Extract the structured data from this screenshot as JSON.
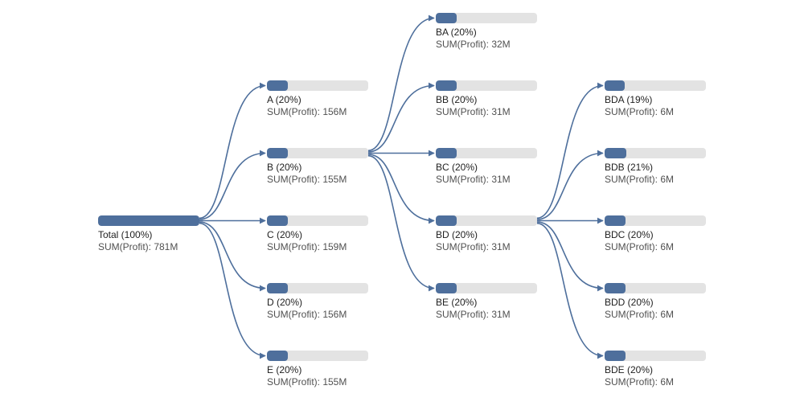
{
  "tree": {
    "colors": {
      "link": "#4e6f9c",
      "bar_fill": "#4e6f9c",
      "bar_track": "#e3e3e3"
    },
    "root": {
      "id": "total",
      "label": "Total (100%)",
      "metric": "SUM(Profit): 781M",
      "share": 1.0,
      "children": [
        {
          "id": "a",
          "label": "A (20%)",
          "metric": "SUM(Profit): 156M",
          "share": 0.2
        },
        {
          "id": "b",
          "label": "B (20%)",
          "metric": "SUM(Profit): 155M",
          "share": 0.2,
          "children": [
            {
              "id": "ba",
              "label": "BA (20%)",
              "metric": "SUM(Profit): 32M",
              "share": 0.2
            },
            {
              "id": "bb",
              "label": "BB (20%)",
              "metric": "SUM(Profit): 31M",
              "share": 0.2
            },
            {
              "id": "bc",
              "label": "BC (20%)",
              "metric": "SUM(Profit): 31M",
              "share": 0.2
            },
            {
              "id": "bd",
              "label": "BD (20%)",
              "metric": "SUM(Profit): 31M",
              "share": 0.2,
              "children": [
                {
                  "id": "bda",
                  "label": "BDA (19%)",
                  "metric": "SUM(Profit): 6M",
                  "share": 0.19
                },
                {
                  "id": "bdb",
                  "label": "BDB (21%)",
                  "metric": "SUM(Profit): 6M",
                  "share": 0.21
                },
                {
                  "id": "bdc",
                  "label": "BDC (20%)",
                  "metric": "SUM(Profit): 6M",
                  "share": 0.2
                },
                {
                  "id": "bdd",
                  "label": "BDD (20%)",
                  "metric": "SUM(Profit): 6M",
                  "share": 0.2
                },
                {
                  "id": "bde",
                  "label": "BDE (20%)",
                  "metric": "SUM(Profit): 6M",
                  "share": 0.2
                }
              ]
            },
            {
              "id": "be",
              "label": "BE (20%)",
              "metric": "SUM(Profit): 31M",
              "share": 0.2
            }
          ]
        },
        {
          "id": "c",
          "label": "C (20%)",
          "metric": "SUM(Profit): 159M",
          "share": 0.2
        },
        {
          "id": "d",
          "label": "D (20%)",
          "metric": "SUM(Profit): 156M",
          "share": 0.2
        },
        {
          "id": "e",
          "label": "E (20%)",
          "metric": "SUM(Profit): 155M",
          "share": 0.2
        }
      ]
    }
  }
}
